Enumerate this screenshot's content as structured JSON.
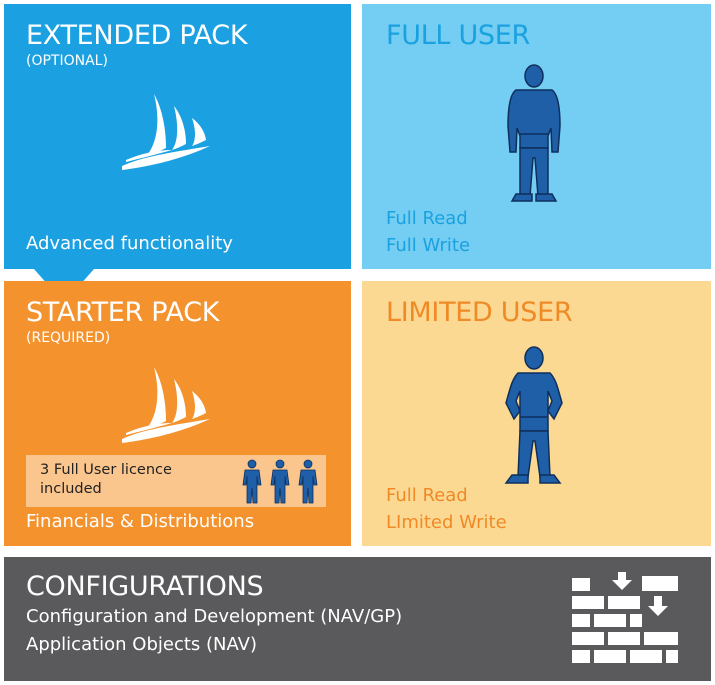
{
  "extended_pack": {
    "title": "EXTENDED PACK",
    "subtitle": "(OPTIONAL)",
    "description": "Advanced functionality",
    "icon": "dynamics-sail-logo-icon",
    "color": "#1ba1e2"
  },
  "full_user": {
    "title": "FULL USER",
    "line1": "Full Read",
    "line2": "Full Write",
    "icon": "person-standing-icon",
    "color": "#74cdf3"
  },
  "starter_pack": {
    "title": "STARTER PACK",
    "subtitle": "(REQUIRED)",
    "licence_text": "3 Full User licence included",
    "description": "Financials & Distributions",
    "icon": "dynamics-sail-logo-icon",
    "color": "#f4922e"
  },
  "limited_user": {
    "title": "LIMITED USER",
    "line1": "Full Read",
    "line2": "LImited Write",
    "icon": "person-hands-on-hips-icon",
    "color": "#fcd993"
  },
  "configurations": {
    "title": "CONFIGURATIONS",
    "line1": "Configuration and Development (NAV/GP)",
    "line2": "Application Objects (NAV)",
    "icon": "brick-wall-icon",
    "color": "#5a5a5c"
  }
}
